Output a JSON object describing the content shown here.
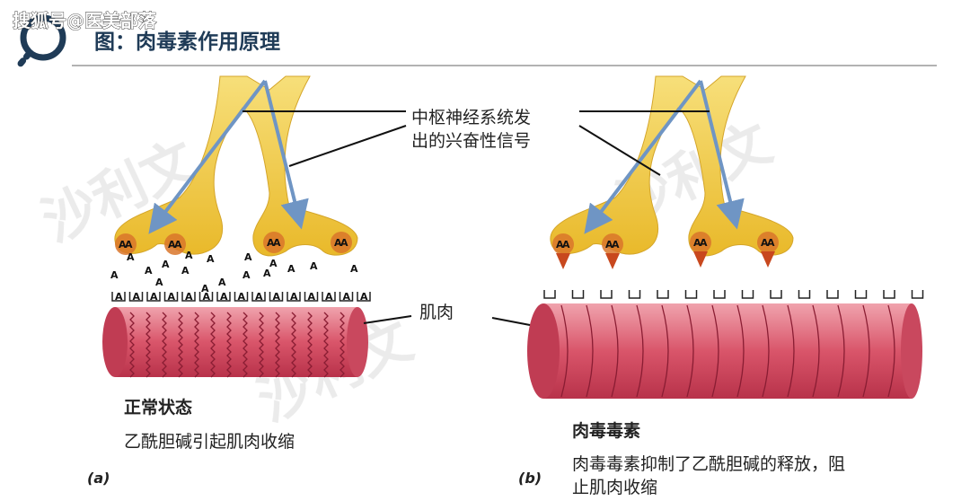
{
  "watermark": "搜狐号@医美部落",
  "brand_watermark": "沙利文",
  "title": "图：肉毒素作用原理",
  "labels": {
    "signal_line1": "中枢神经系统发",
    "signal_line2": "出的兴奋性信号",
    "muscle": "肌肉"
  },
  "panel_a": {
    "tag": "(a)",
    "heading": "正常状态",
    "caption": "乙酰胆碱引起肌肉收缩",
    "molecule": "A"
  },
  "panel_b": {
    "tag": "(b)",
    "heading": "肉毒毒素",
    "caption_line1": "肉毒毒素抑制了乙酰胆碱的释放，阻",
    "caption_line2": "止肌肉收缩"
  },
  "colors": {
    "nerve": "#f2c93a",
    "muscle": "#d9556a",
    "arrow": "#6f95c4",
    "title": "#1f3b57"
  }
}
